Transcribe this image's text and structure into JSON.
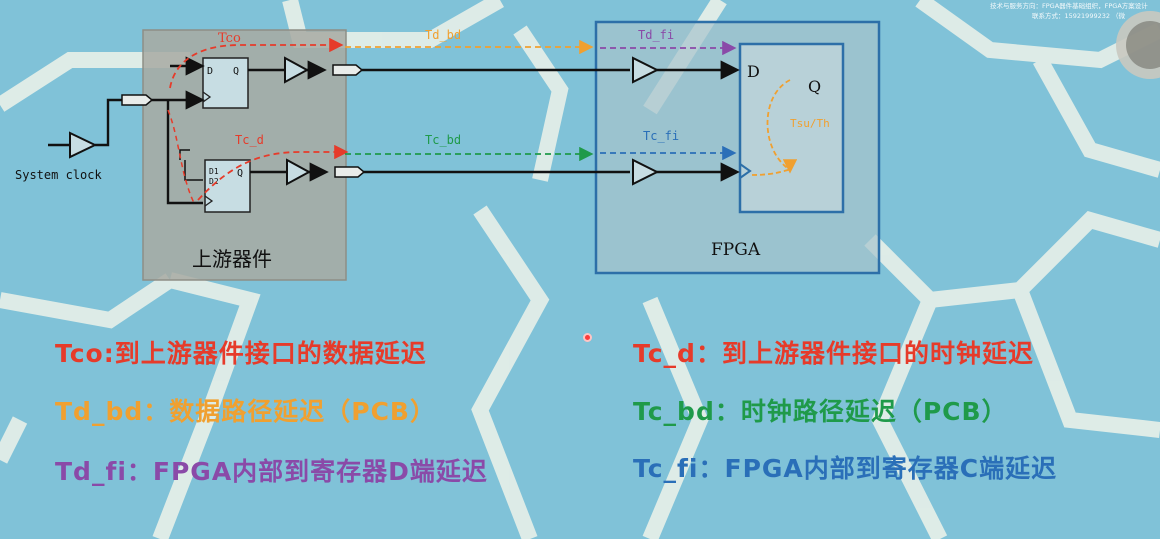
{
  "watermark": {
    "line1": "技术与服务方向：FPGA器件基础组织，FPGA方案设计",
    "line2": "联系方式：15921999232  （微"
  },
  "upstream": {
    "label": "上游器件",
    "ff1": {
      "d": "D",
      "q": "Q"
    },
    "ff2": {
      "d1": "D1",
      "d2": "D2",
      "q": "Q"
    }
  },
  "system_clock_label": "System clock",
  "fpga": {
    "label": "FPGA",
    "reg": {
      "d": "D",
      "q": "Q"
    },
    "tsu_th": "Tsu/Th"
  },
  "delays": {
    "tco": "Tco",
    "td_bd": "Td_bd",
    "td_fi": "Td_fi",
    "tc_d": "Tc_d",
    "tc_bd": "Tc_bd",
    "tc_fi": "Tc_fi"
  },
  "legend": {
    "tco": "Tco:到上游器件接口的数据延迟",
    "td_bd": "Td_bd：数据路径延迟（PCB）",
    "td_fi": "Td_fi：FPGA内部到寄存器D端延迟",
    "tc_d": "Tc_d：到上游器件接口的时钟延迟",
    "tc_bd": "Tc_bd：时钟路径延迟（PCB）",
    "tc_fi": "Tc_fi：FPGA内部到寄存器C端延迟"
  },
  "colors": {
    "red": "#e63b2a",
    "orange": "#f0a030",
    "purple": "#8a4aa8",
    "green": "#1f9a4a",
    "blue": "#2a6fb8",
    "background": "#7fc0d6"
  }
}
